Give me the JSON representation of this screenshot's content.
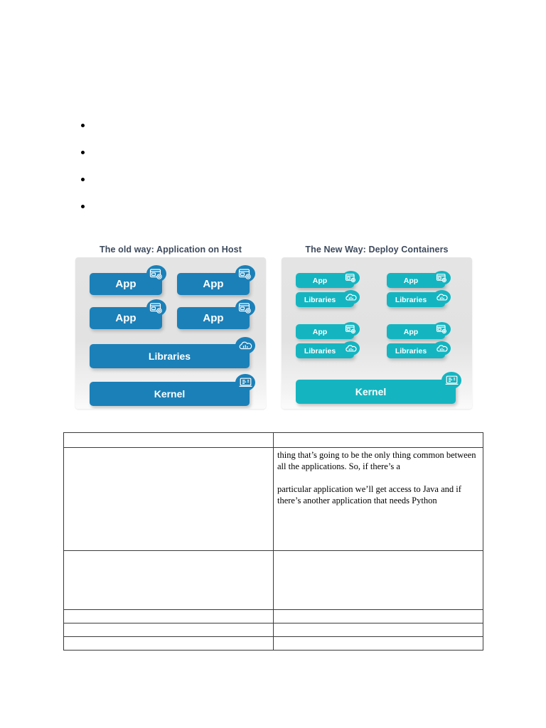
{
  "bullets": [
    {
      "text": ""
    },
    {
      "text": ""
    },
    {
      "text": ""
    },
    {
      "text": ""
    }
  ],
  "diagrams": {
    "old": {
      "title": "The old way: Application on Host",
      "bars": [
        {
          "key": "app1",
          "label": "App",
          "icon": "app-window-gear-icon"
        },
        {
          "key": "app2",
          "label": "App",
          "icon": "app-window-gear-icon"
        },
        {
          "key": "app3",
          "label": "App",
          "icon": "app-window-gear-icon"
        },
        {
          "key": "app4",
          "label": "App",
          "icon": "app-window-gear-icon"
        },
        {
          "key": "libs",
          "label": "Libraries",
          "icon": "cloud-server-icon"
        },
        {
          "key": "kern",
          "label": "Kernel",
          "icon": "laptop-code-icon"
        }
      ],
      "color": "#1b80b8"
    },
    "new": {
      "title": "The New Way: Deploy Containers",
      "bars": [
        {
          "key": "c1a",
          "label": "App",
          "icon": "app-window-gear-icon"
        },
        {
          "key": "c1l",
          "label": "Libraries",
          "icon": "cloud-server-icon"
        },
        {
          "key": "c2a",
          "label": "App",
          "icon": "app-window-gear-icon"
        },
        {
          "key": "c2l",
          "label": "Libraries",
          "icon": "cloud-server-icon"
        },
        {
          "key": "c3a",
          "label": "App",
          "icon": "app-window-gear-icon"
        },
        {
          "key": "c3l",
          "label": "Libraries",
          "icon": "cloud-server-icon"
        },
        {
          "key": "c4a",
          "label": "App",
          "icon": "app-window-gear-icon"
        },
        {
          "key": "c4l",
          "label": "Libraries",
          "icon": "cloud-server-icon"
        },
        {
          "key": "kern",
          "label": "Kernel",
          "icon": "laptop-code-icon"
        }
      ],
      "color": "#14b5c0"
    }
  },
  "table": {
    "rows": [
      {
        "left": "",
        "right": ""
      },
      {
        "left": "",
        "right_paragraphs": [
          "thing that’s going to be the only thing common between all the applications. So, if there’s a",
          "particular application we’ll get access to Java and if there’s another application that needs Python"
        ]
      },
      {
        "left": "",
        "right": ""
      },
      {
        "left": "",
        "right": ""
      },
      {
        "left": "",
        "right": ""
      },
      {
        "left": "",
        "right": ""
      }
    ],
    "paragraph_1": "thing that’s going to be the only thing common between all the applications. So, if there’s a",
    "paragraph_2": "particular application we’ll get access to Java and if there’s another application that needs Python"
  },
  "colors": {
    "old_blue": "#1b80b8",
    "new_teal": "#14b5c0",
    "panel_grey": "#e3e3e3",
    "title_text": "#3d4a5c",
    "table_border": "#3a3a3a"
  }
}
